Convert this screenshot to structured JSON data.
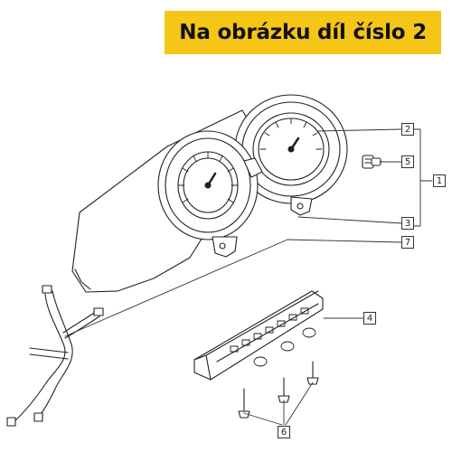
{
  "banner": {
    "text": "Na obrázku díl číslo 2",
    "background": "#f5c518"
  },
  "callouts": [
    {
      "id": "c1",
      "label": "1"
    },
    {
      "id": "c2",
      "label": "2"
    },
    {
      "id": "c3",
      "label": "3"
    },
    {
      "id": "c4",
      "label": "4"
    },
    {
      "id": "c5",
      "label": "5"
    },
    {
      "id": "c6",
      "label": "6"
    },
    {
      "id": "c7",
      "label": "7"
    }
  ]
}
